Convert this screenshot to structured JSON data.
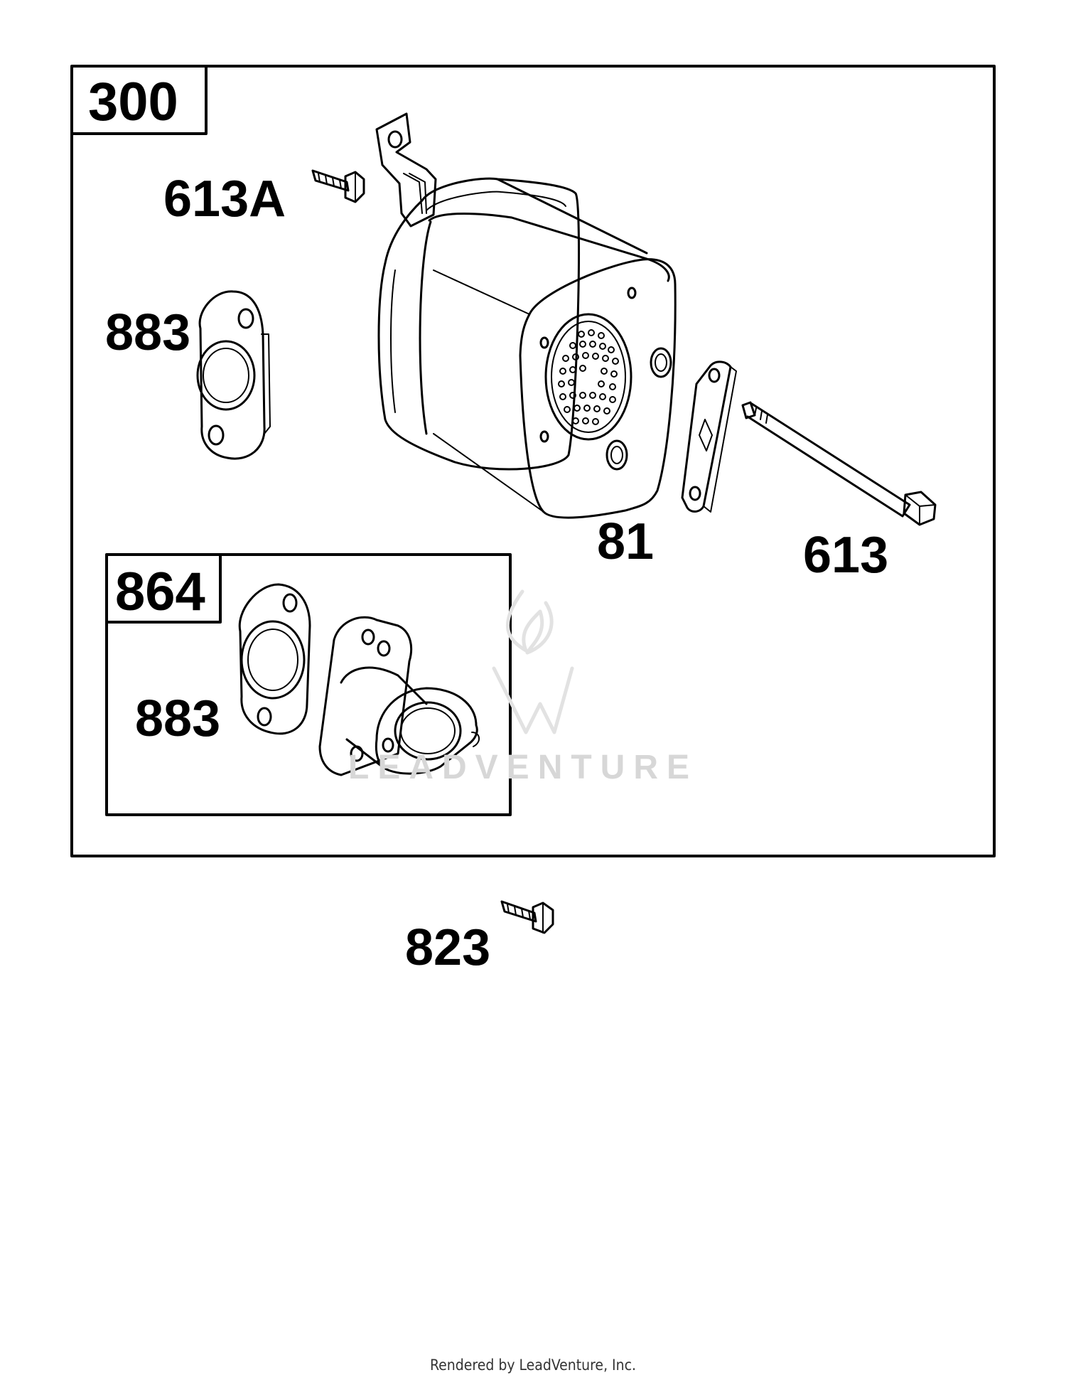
{
  "diagram": {
    "assembly_label": "300",
    "subassembly_label": "864",
    "parts": {
      "mounting_screw": "613A",
      "gasket_upper": "883",
      "lock_plate": "81",
      "muffler_bolt": "613",
      "gasket_lower": "883",
      "adapter_screw": "823"
    }
  },
  "watermark": {
    "text": "LEADVENTURE"
  },
  "footer": {
    "credit": "Rendered by LeadVenture, Inc."
  }
}
